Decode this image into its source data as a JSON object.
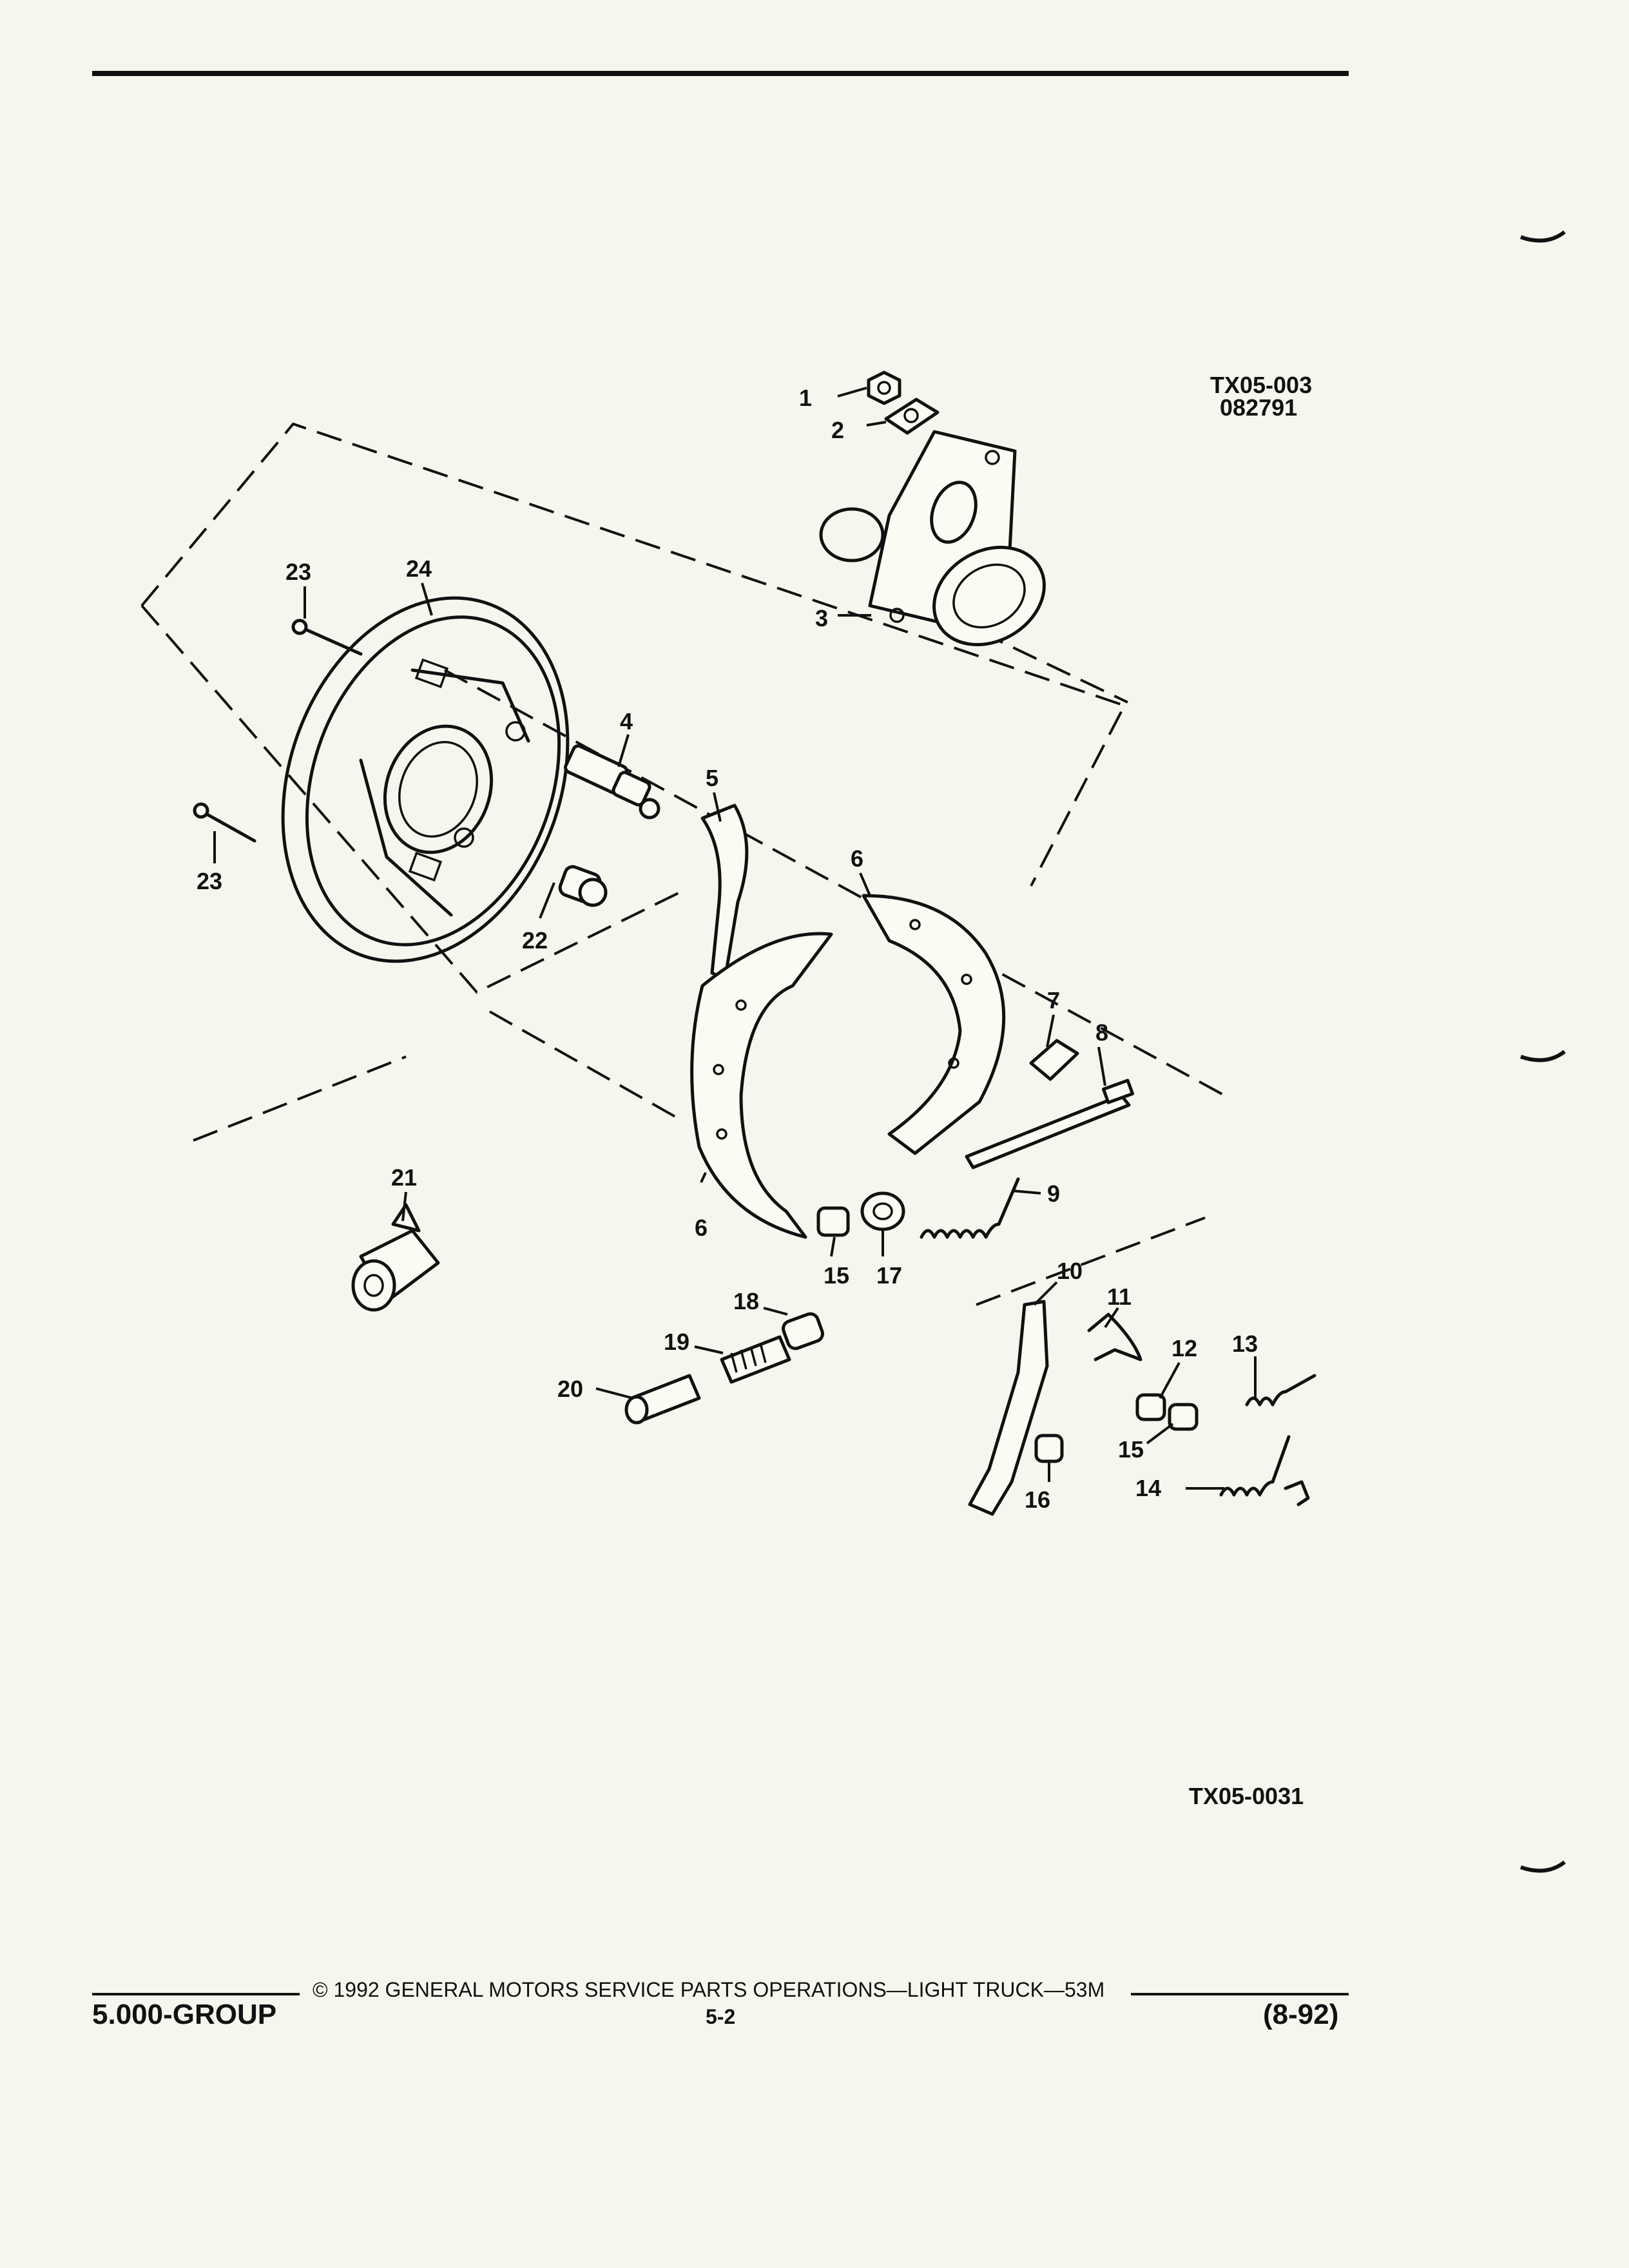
{
  "figure_codes": {
    "top": [
      "TX05-003",
      "082791"
    ],
    "bottom": "TX05-0031"
  },
  "callouts": [
    "1",
    "2",
    "3",
    "4",
    "5",
    "6",
    "6",
    "7",
    "8",
    "9",
    "10",
    "11",
    "12",
    "13",
    "14",
    "15",
    "15",
    "16",
    "17",
    "18",
    "19",
    "20",
    "21",
    "22",
    "23",
    "23",
    "24"
  ],
  "footer": {
    "copyright": "© 1992 GENERAL MOTORS SERVICE PARTS OPERATIONS—LIGHT TRUCK—53M",
    "group": "5.000-GROUP",
    "page": "5-2",
    "date": "(8-92)"
  }
}
